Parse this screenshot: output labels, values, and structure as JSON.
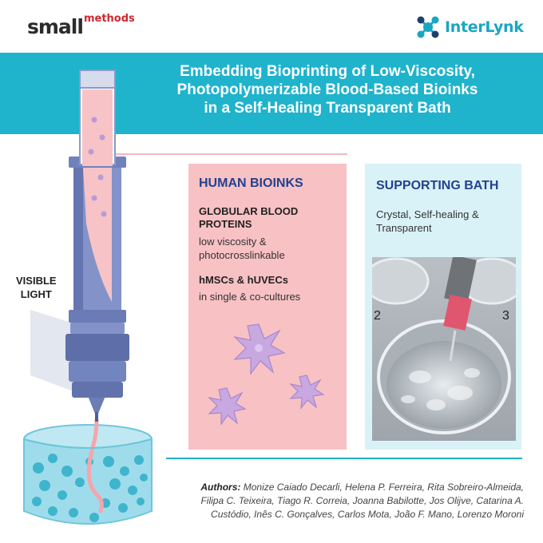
{
  "header": {
    "journal_logo": {
      "part1": "small",
      "part2": "methods"
    },
    "publisher_logo": {
      "text": "InterLynk",
      "icon": "molecule-icon",
      "color": "#1aa6c1"
    }
  },
  "title": {
    "line1": "Embedding Bioprinting of Low-Viscosity,",
    "line2": "Photopolymerizable Blood-Based Bioinks",
    "line3": "in a Self-Healing Transparent Bath"
  },
  "illustration": {
    "light_label_line1": "VISIBLE",
    "light_label_line2": "LIGHT"
  },
  "bioinks_panel": {
    "heading": "HUMAN BIOINKS",
    "item1_title_line1": "GLOBULAR BLOOD",
    "item1_title_line2": "PROTEINS",
    "item1_text_line1": "low viscosity &",
    "item1_text_line2": "photocrosslinkable",
    "item2_title": "hMSCs & hUVECs",
    "item2_text": "in single & co-cultures"
  },
  "bath_panel": {
    "heading": "SUPPORTING BATH",
    "text_line1": "Crystal, Self-healing &",
    "text_line2": "Transparent",
    "photo_label_left": "2",
    "photo_label_right": "3"
  },
  "authors": {
    "label": "Authors:",
    "line1": "Monize Caiado Decarli, Helena P. Ferreira, Rita Sobreiro-Almeida,",
    "line2": "Filipa C. Teixeira, Tiago R. Correia, Joanna Babilotte, Jos Olijve, Catarina A.",
    "line3": "Custódio, Inês C. Gonçalves, Carlos Mota, João F. Mano, Lorenzo Moroni"
  },
  "colors": {
    "accent": "#1fb3cc",
    "heading_blue": "#23428f",
    "bioinks_bg": "#f8c1c4",
    "bath_bg": "#d9f2f7",
    "brand_red": "#d2262e"
  }
}
